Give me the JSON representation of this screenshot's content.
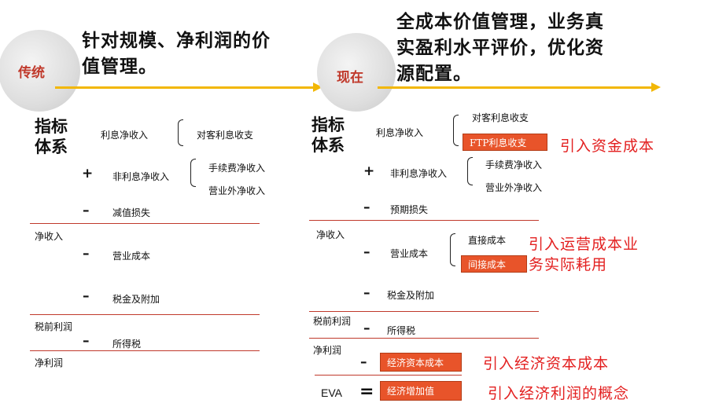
{
  "traditional": {
    "badge": "传统",
    "headline_lines": [
      "针对规模、净利润的价",
      "值管理。"
    ],
    "side_label_lines": [
      "指标",
      "体系"
    ],
    "items": {
      "interest_income": "利息净收入",
      "customer_interest": "对客利息收支",
      "plus": "+",
      "non_interest_income": "非利息净收入",
      "fee_income": "手续费净收入",
      "non_operating_income": "营业外净收入",
      "minus1": "–",
      "impairment": "减值损失",
      "net_income_label": "净收入",
      "minus2": "–",
      "operating_cost": "营业成本",
      "minus3": "–",
      "tax_surcharge": "税金及附加",
      "pretax_label": "税前利润",
      "minus4": "–",
      "income_tax": "所得税",
      "net_profit_label": "净利润"
    }
  },
  "current": {
    "badge": "现在",
    "headline_lines": [
      "全成本价值管理，业务真",
      "实盈利水平评价，优化资",
      "源配置。"
    ],
    "side_label_lines": [
      "指标",
      "体系"
    ],
    "items": {
      "interest_income": "利息净收入",
      "customer_interest": "对客利息收支",
      "ftp_box": "FTP利息收支",
      "note_ftp": "引入资金成本",
      "plus": "+",
      "non_interest_income": "非利息净收入",
      "fee_income": "手续费净收入",
      "non_operating_income": "营业外净收入",
      "minus1": "–",
      "expected_loss": "预期损失",
      "net_income_label": "净收入",
      "minus2": "–",
      "operating_cost": "营业成本",
      "direct_cost": "直接成本",
      "indirect_box": "间接成本",
      "note_op_lines": [
        "引入运营成本业",
        "务实际耗用"
      ],
      "minus3": "–",
      "tax_surcharge": "税金及附加",
      "pretax_label": "税前利润",
      "minus4": "–",
      "income_tax": "所得税",
      "net_profit_label": "净利润",
      "minus5": "–",
      "econ_capital_box": "经济资本成本",
      "note_econ_capital": "引入经济资本成本",
      "eva_label": "EVA",
      "equals": "=",
      "eva_box": "经济增加值",
      "note_eva": "引入经济利润的概念"
    }
  },
  "colors": {
    "accent_yellow": "#f2b705",
    "badge_red": "#c0392b",
    "box_orange": "#e8542a",
    "note_red": "#e32020"
  }
}
